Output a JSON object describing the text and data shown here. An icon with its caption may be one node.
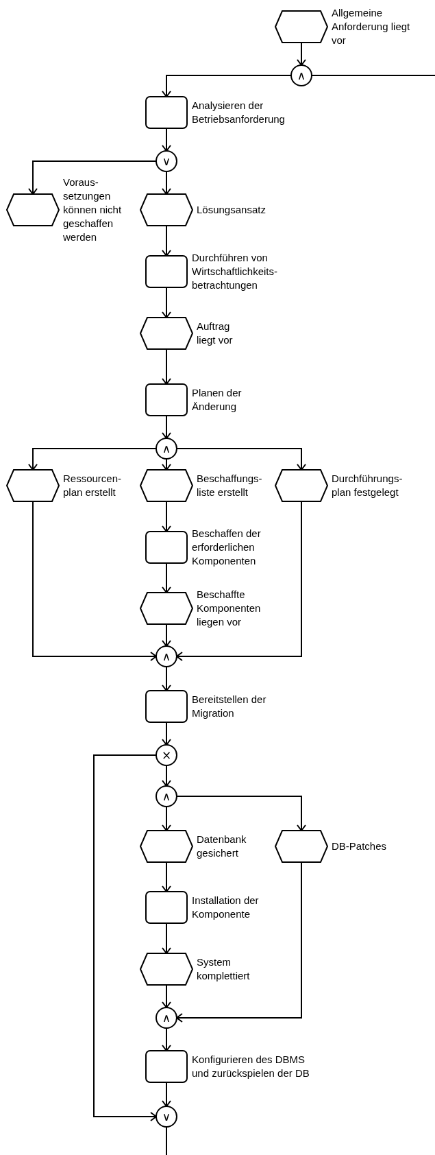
{
  "diagram": {
    "nodes": [
      {
        "text": [
          "Allgemeine Anforderung liegt vor"
        ]
      },
      {
        "text": [
          "∧"
        ]
      },
      {
        "text": [
          "Analysieren der Betriebsanforderung"
        ]
      },
      {
        "text": [
          "∨"
        ]
      },
      {
        "text": [
          "Voraus- setzungen können nicht geschaffen werden"
        ]
      },
      {
        "text": [
          "Lösungsansatz"
        ]
      },
      {
        "text": [
          "Durchführen von Wirtschaftlichkeits- betrachtungen"
        ]
      },
      {
        "text": [
          "Auftrag liegt vor"
        ]
      },
      {
        "text": [
          "Planen der Änderung"
        ]
      },
      {
        "text": [
          "∧"
        ]
      },
      {
        "text": [
          "Ressourcen- plan erstellt"
        ]
      },
      {
        "text": [
          "Beschaffungs- liste erstellt"
        ]
      },
      {
        "text": [
          "Durchführungs- plan festgelegt"
        ]
      },
      {
        "text": [
          "Beschaffen der erforderlichen Komponenten"
        ]
      },
      {
        "text": [
          "Beschaffte Komponenten liegen vor"
        ]
      },
      {
        "text": [
          "∧"
        ]
      },
      {
        "text": [
          "Bereitstellen der Migration"
        ]
      },
      {
        "text": [
          "×"
        ]
      },
      {
        "text": [
          "∧"
        ]
      },
      {
        "text": [
          "Datenbank gesichert"
        ]
      },
      {
        "text": [
          "DB-Patches"
        ]
      },
      {
        "text": [
          "Installation der Komponente"
        ]
      },
      {
        "text": [
          "System komplettiert"
        ]
      },
      {
        "text": [
          "∧"
        ]
      },
      {
        "text": [
          "Konfigurieren des DBMS und zurückspielen der DB"
        ]
      },
      {
        "text": [
          "∨"
        ]
      }
    ],
    "edges": [
      {
        "from": 0,
        "to": 1,
        "arrow": "to"
      },
      {
        "from": 1,
        "to": 2,
        "arrow": "to"
      },
      {
        "from": 1,
        "to": null,
        "arrow": "none"
      },
      {
        "from": 2,
        "to": 3,
        "arrow": "to"
      },
      {
        "from": 3,
        "to": 4,
        "arrow": "to"
      },
      {
        "from": 3,
        "to": 5,
        "arrow": "to"
      },
      {
        "from": 5,
        "to": 6,
        "arrow": "to"
      },
      {
        "from": 6,
        "to": 7,
        "arrow": "to"
      },
      {
        "from": 7,
        "to": 8,
        "arrow": "to"
      },
      {
        "from": 8,
        "to": 9,
        "arrow": "to"
      },
      {
        "from": 9,
        "to": 10,
        "arrow": "to"
      },
      {
        "from": 9,
        "to": 11,
        "arrow": "to"
      },
      {
        "from": 9,
        "to": 12,
        "arrow": "to"
      },
      {
        "from": 11,
        "to": 13,
        "arrow": "to"
      },
      {
        "from": 13,
        "to": 14,
        "arrow": "to"
      },
      {
        "from": 14,
        "to": 15,
        "arrow": "to"
      },
      {
        "from": 10,
        "to": 15,
        "arrow": "to"
      },
      {
        "from": 12,
        "to": 15,
        "arrow": "to"
      },
      {
        "from": 15,
        "to": 16,
        "arrow": "to"
      },
      {
        "from": 16,
        "to": 17,
        "arrow": "to"
      },
      {
        "from": 17,
        "to": 18,
        "arrow": "to"
      },
      {
        "from": 17,
        "to": 25,
        "arrow": "to"
      },
      {
        "from": 18,
        "to": 19,
        "arrow": "to"
      },
      {
        "from": 18,
        "to": 20,
        "arrow": "to"
      },
      {
        "from": 19,
        "to": 21,
        "arrow": "to"
      },
      {
        "from": 21,
        "to": 22,
        "arrow": "to"
      },
      {
        "from": 22,
        "to": 23,
        "arrow": "to"
      },
      {
        "from": 20,
        "to": 23,
        "arrow": "to"
      },
      {
        "from": 23,
        "to": 24,
        "arrow": "to"
      },
      {
        "from": 24,
        "to": 25,
        "arrow": "to"
      },
      {
        "from": 25,
        "to": null,
        "arrow": "none"
      }
    ]
  }
}
